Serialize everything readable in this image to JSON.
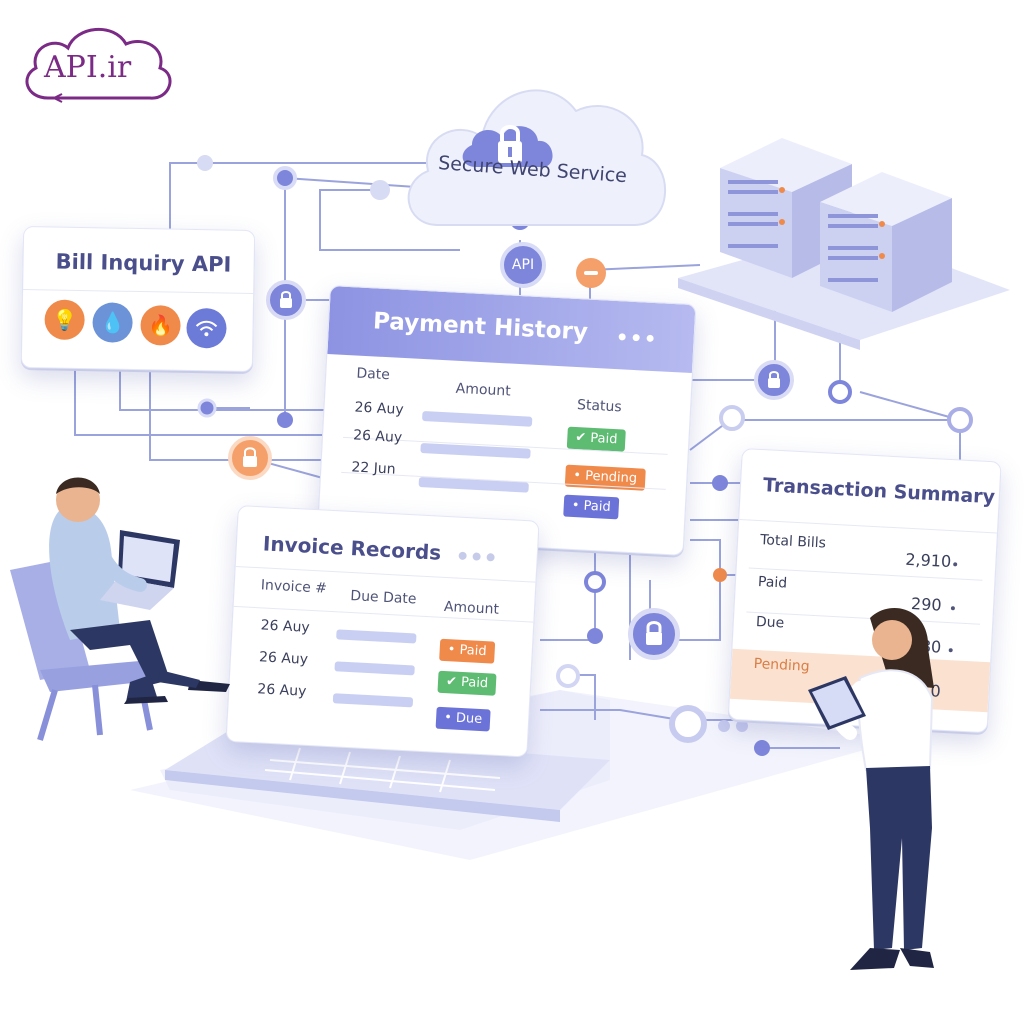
{
  "brand": {
    "logo_text": "API.ir"
  },
  "cloud": {
    "label": "Secure Web Service",
    "api_badge": "API"
  },
  "bill_inquiry": {
    "title": "Bill Inquiry API",
    "icons": [
      "lightbulb-icon",
      "water-drop-icon",
      "flame-icon",
      "wifi-icon"
    ]
  },
  "payment_history": {
    "title": "Payment History",
    "columns": {
      "date": "Date",
      "amount": "Amount",
      "status": "Status"
    },
    "rows": [
      {
        "date": "26 Auy",
        "status": "✔ Paid"
      },
      {
        "date": "26 Auy",
        "status": "• Pending"
      },
      {
        "date": "22 Jun",
        "status": "• Paid"
      }
    ]
  },
  "invoice_records": {
    "title": "Invoice Records",
    "columns": {
      "invoice": "Invoice #",
      "due_date": "Due Date",
      "amount": "Amount"
    },
    "rows": [
      {
        "invoice": "26 Auy",
        "status": "• Paid"
      },
      {
        "invoice": "26 Auy",
        "status": "✔ Paid"
      },
      {
        "invoice": "26 Auy",
        "status": "• Due"
      }
    ]
  },
  "transaction_summary": {
    "title": "Transaction Summary",
    "rows": [
      {
        "label": "Total Bills",
        "value": "2,910"
      },
      {
        "label": "Paid",
        "value": "290"
      },
      {
        "label": "Due",
        "value": "80"
      },
      {
        "label": "Pending",
        "value": "0"
      }
    ]
  },
  "colors": {
    "accent": "#6c73d8",
    "orange": "#f08a4b",
    "green": "#5dbb72",
    "purple_logo": "#7b2a86"
  }
}
